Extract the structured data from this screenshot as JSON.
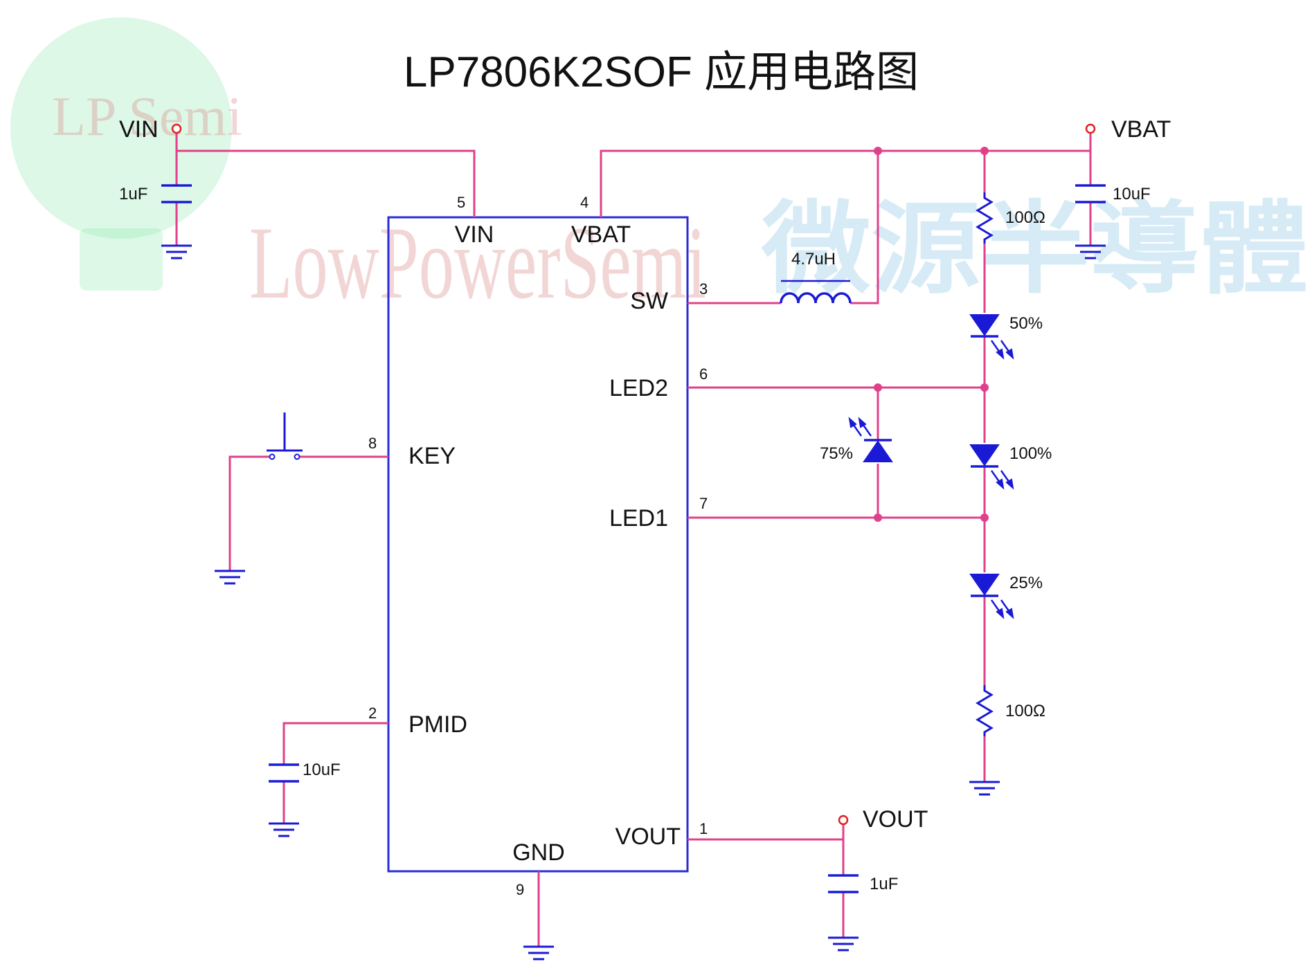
{
  "title": "LP7806K2SOF 应用电路图",
  "watermark": {
    "logo_text": "LP Semi",
    "brand_text": "LowPowerSemi",
    "chinese_text": "微源半導體"
  },
  "colors": {
    "wire": "#e0408a",
    "component": "#1a1ad6",
    "terminal": "#e02020"
  },
  "terminals": {
    "vin": "VIN",
    "vbat": "VBAT",
    "vout": "VOUT"
  },
  "ic": {
    "pins": [
      {
        "number": "5",
        "name": "VIN"
      },
      {
        "number": "4",
        "name": "VBAT"
      },
      {
        "number": "3",
        "name": "SW"
      },
      {
        "number": "6",
        "name": "LED2"
      },
      {
        "number": "8",
        "name": "KEY"
      },
      {
        "number": "7",
        "name": "LED1"
      },
      {
        "number": "2",
        "name": "PMID"
      },
      {
        "number": "9",
        "name": "GND"
      },
      {
        "number": "1",
        "name": "VOUT"
      }
    ]
  },
  "components": {
    "cap_vin": "1uF",
    "cap_vbat": "10uF",
    "cap_pmid": "10uF",
    "cap_vout": "1uF",
    "inductor": "4.7uH",
    "res_top": "100Ω",
    "res_bottom": "100Ω",
    "led_50": "50%",
    "led_100": "100%",
    "led_25": "25%",
    "led_75": "75%"
  }
}
